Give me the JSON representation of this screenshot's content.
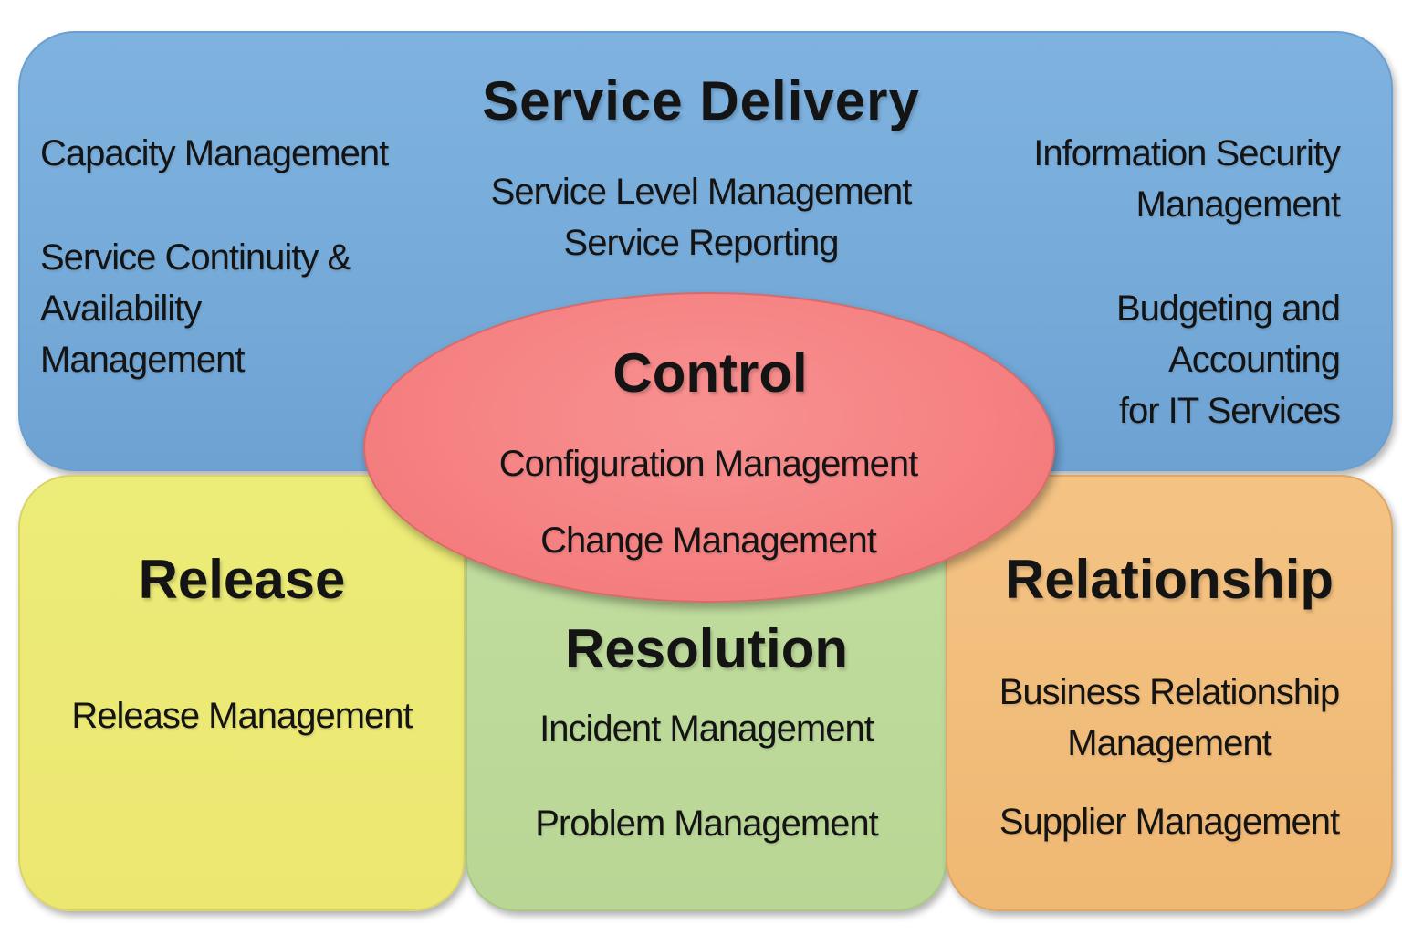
{
  "service_delivery": {
    "title": "Service Delivery",
    "capacity": "Capacity Management",
    "continuity": [
      "Service Continuity &",
      "Availability",
      "Management"
    ],
    "service_level": [
      "Service Level Management",
      "Service Reporting"
    ],
    "security": [
      "Information Security",
      "Management"
    ],
    "budgeting": [
      "Budgeting and",
      "Accounting",
      "for IT Services"
    ],
    "color": "#78acdb"
  },
  "control": {
    "title": "Control",
    "items": [
      "Configuration Management",
      "Change Management"
    ],
    "color": "#f58585"
  },
  "release": {
    "title": "Release",
    "items": [
      "Release Management"
    ],
    "color": "#ece974"
  },
  "resolution": {
    "title": "Resolution",
    "items": [
      "Incident Management",
      "Problem Management"
    ],
    "color": "#bddb99"
  },
  "relationship": {
    "title": "Relationship",
    "items": [
      "Business Relationship",
      "Management",
      "Supplier Management"
    ],
    "color": "#f2be7c"
  }
}
